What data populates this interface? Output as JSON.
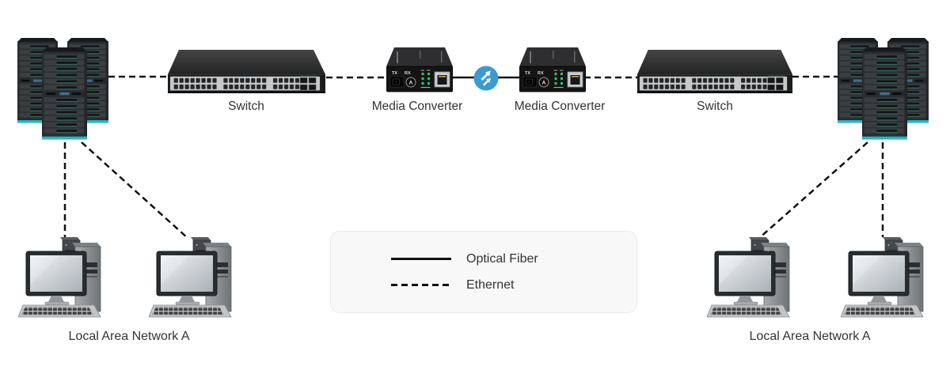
{
  "diagram": {
    "labels": {
      "switch_left": "Switch",
      "media_converter_left": "Media Converter",
      "media_converter_right": "Media Converter",
      "switch_right": "Switch",
      "lan_left": "Local Area Network A",
      "lan_right": "Local Area Network A"
    },
    "media_converter_panel": {
      "tx": "TX",
      "rx": "RX",
      "port_letter": "A"
    },
    "legend": {
      "optical_fiber": "Optical Fiber",
      "ethernet": "Ethernet"
    },
    "colors": {
      "accent_teal": "#29b7c6",
      "link_icon_blue": "#3b9bd1",
      "line_color": "#111111",
      "text_color": "#333333",
      "legend_bg": "#f8f8f8",
      "legend_border": "#ebebeb"
    }
  }
}
